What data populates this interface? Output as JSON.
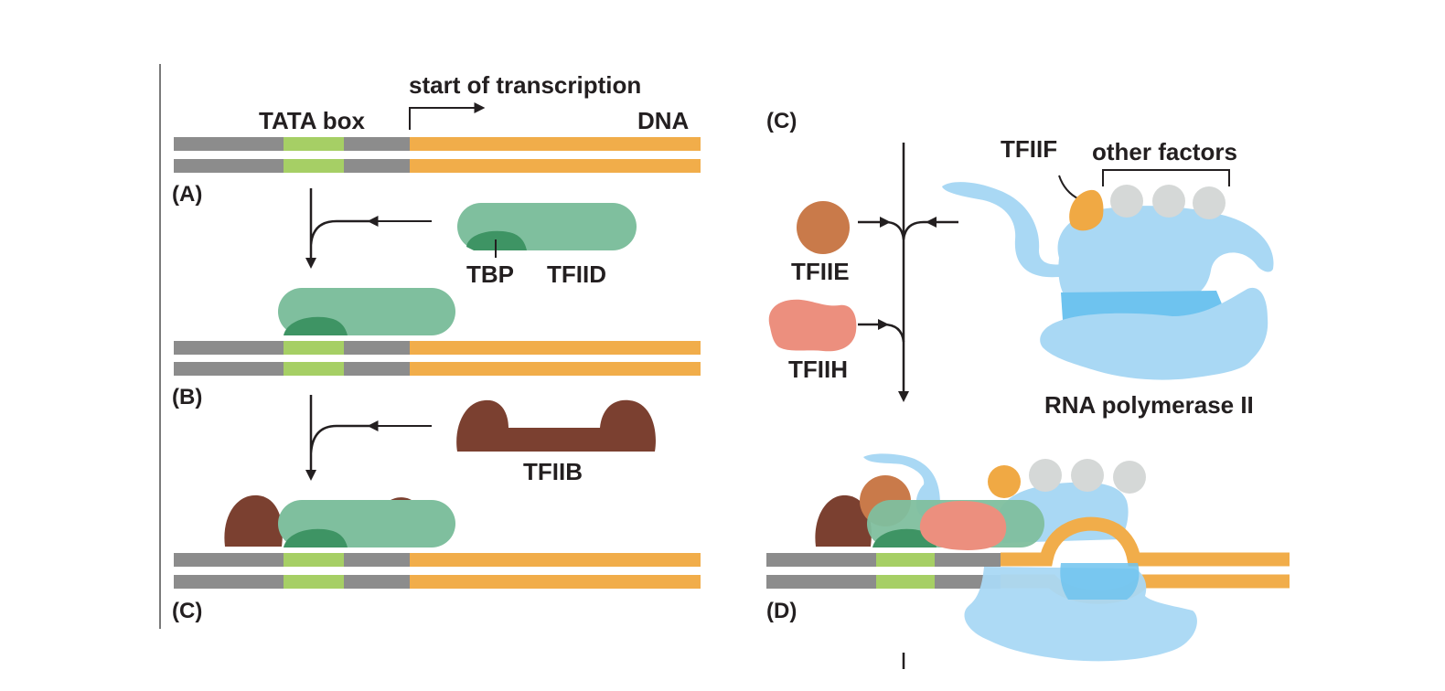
{
  "labels": {
    "start_of_transcription": "start of transcription",
    "tata_box": "TATA box",
    "dna": "DNA",
    "tbp": "TBP",
    "tfiid": "TFIID",
    "tfiib": "TFIIB",
    "tfiie": "TFIIE",
    "tfiih": "TFIIH",
    "tfiif": "TFIIF",
    "other_factors": "other factors",
    "rna_polymerase": "RNA polymerase II"
  },
  "panels": {
    "a": "(A)",
    "b": "(B)",
    "c_left": "(C)",
    "c_right": "(C)",
    "d": "(D)"
  },
  "colors": {
    "dna_gray": "#8c8c8c",
    "tata_green": "#a6cf65",
    "coding_orange": "#f1ad4a",
    "tfiid_green": "#7fbf9e",
    "tbp_green": "#3e9464",
    "tfiib_brown": "#7b4030",
    "tfiie_orange": "#c97a4a",
    "tfiih_salmon": "#ec8f7e",
    "tfiif_orange": "#f0a944",
    "other_factor_gray": "#d5d8d7",
    "polymerase_blue": "#a9d8f4"
  }
}
